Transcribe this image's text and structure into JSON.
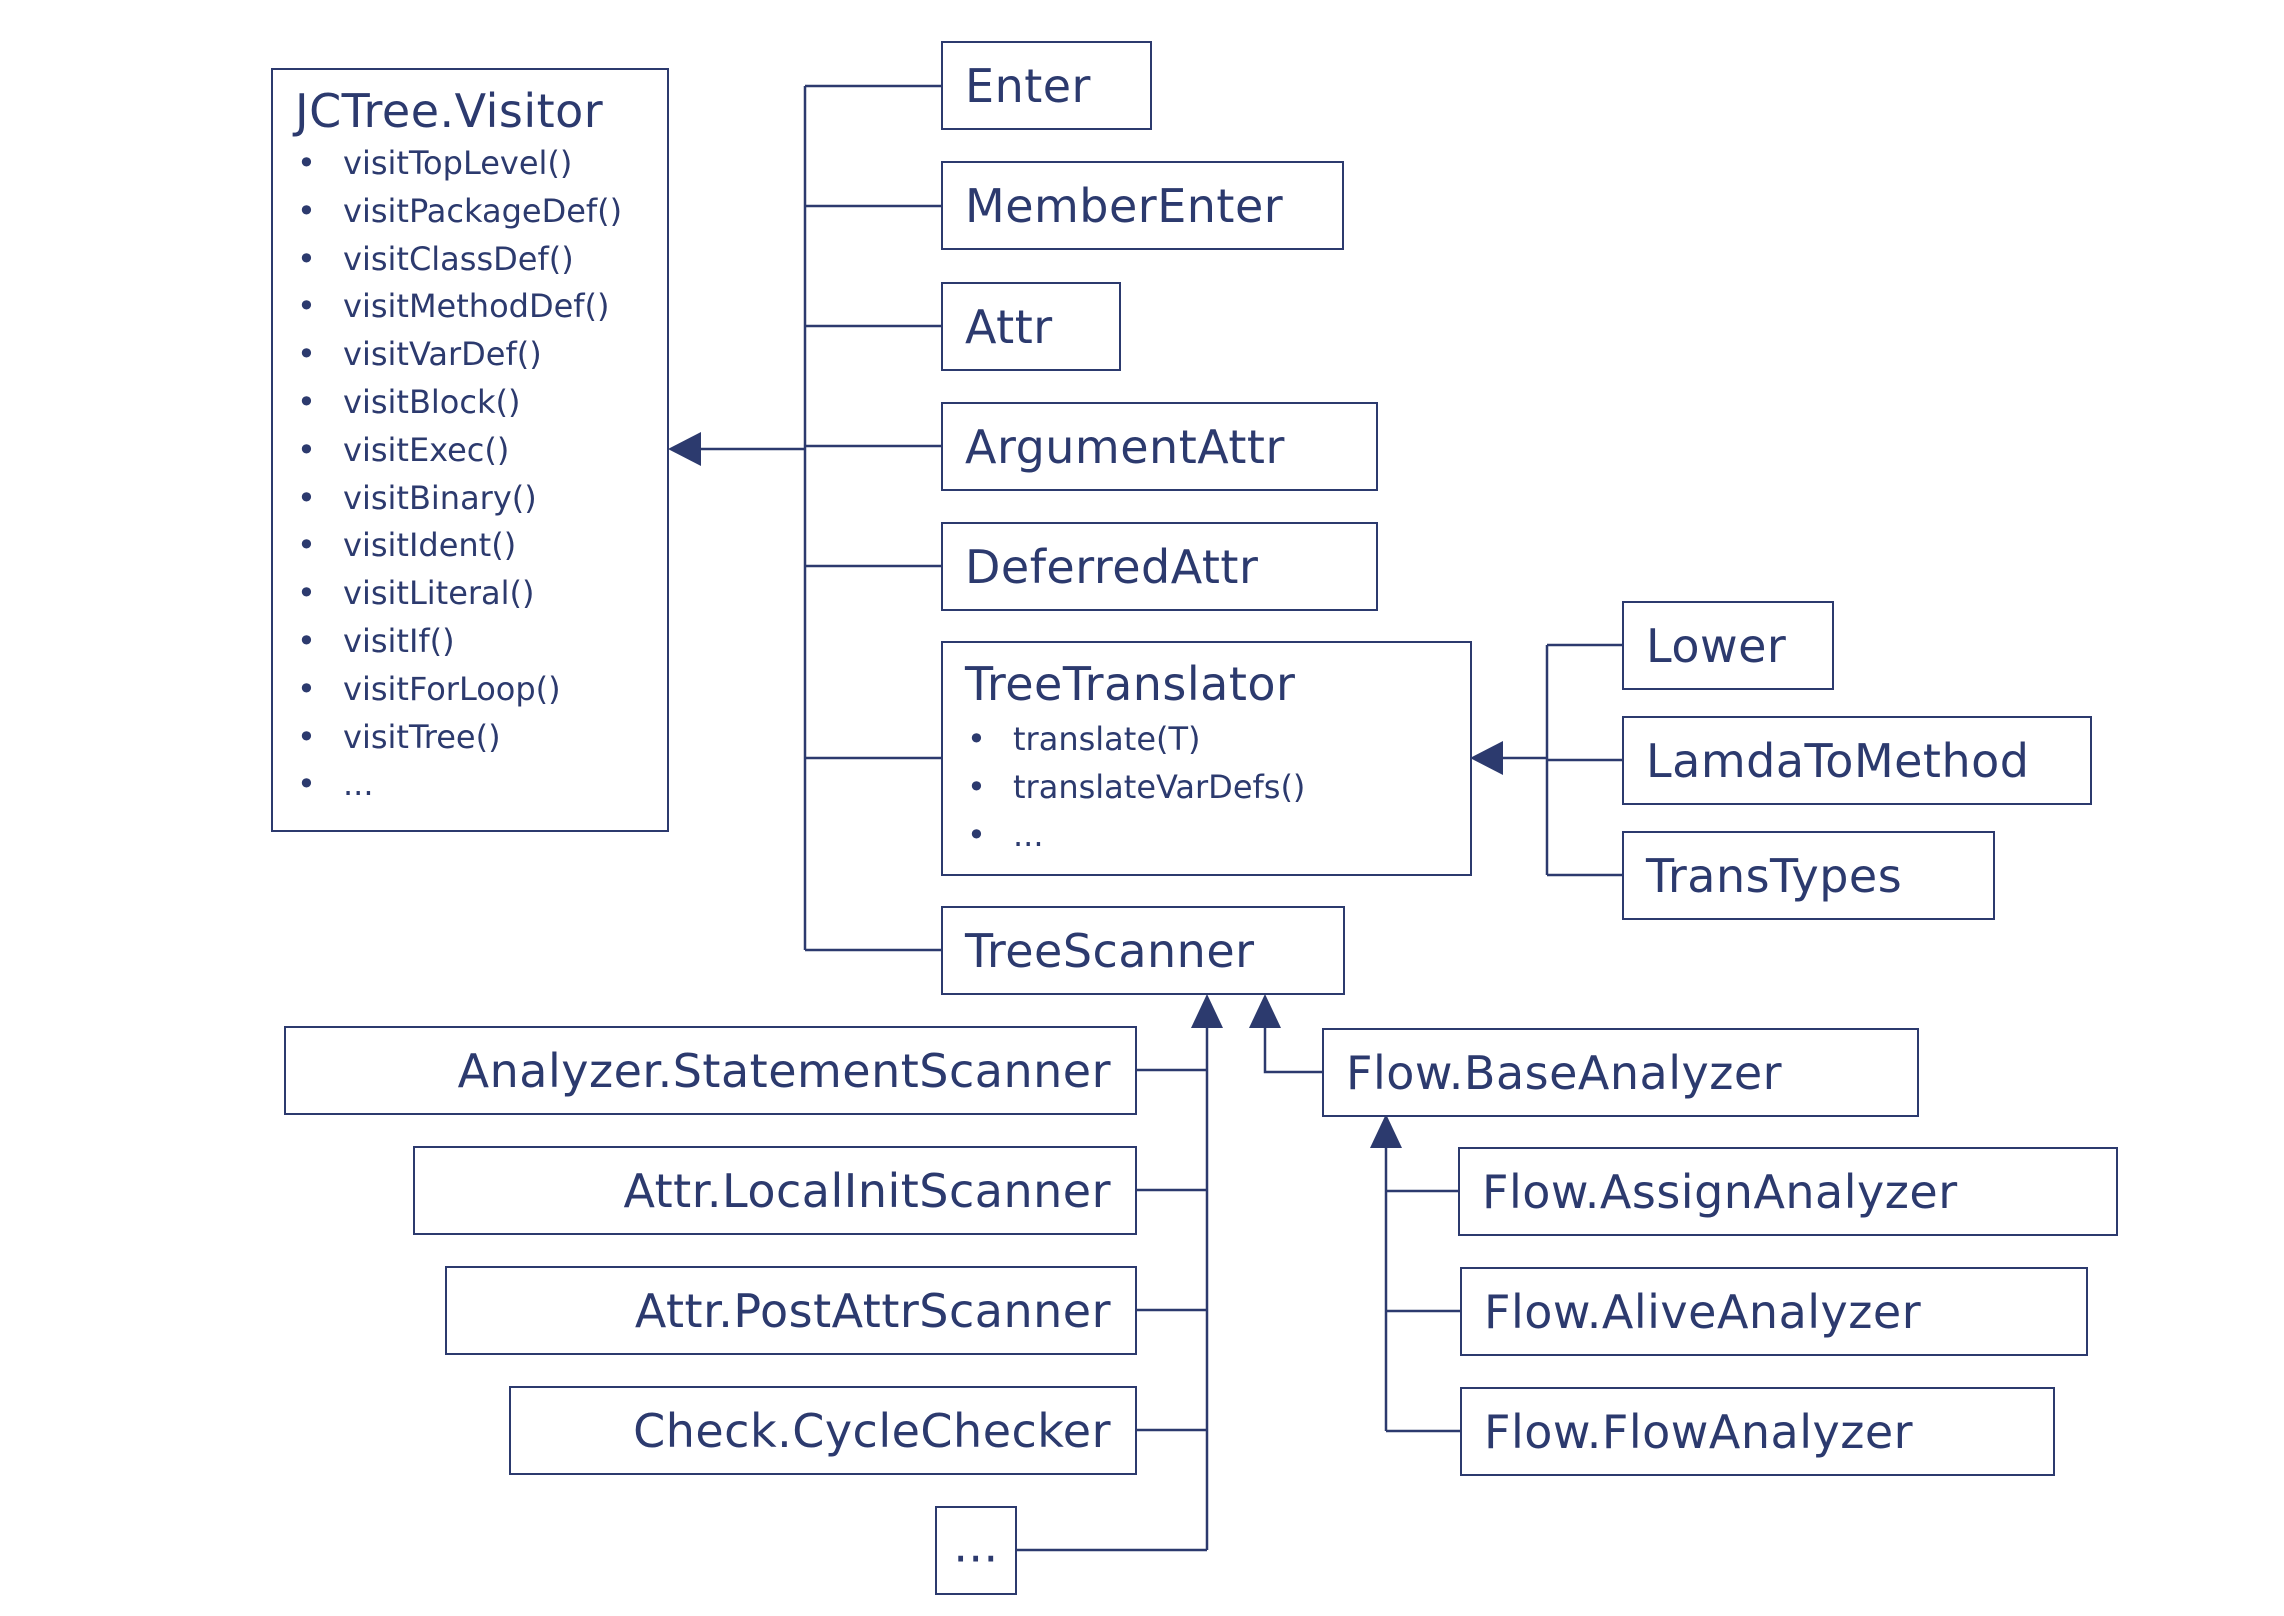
{
  "visitor": {
    "title": "JCTree.Visitor",
    "methods": [
      "visitTopLevel()",
      "visitPackageDef()",
      "visitClassDef()",
      "visitMethodDef()",
      "visitVarDef()",
      "visitBlock()",
      "visitExec()",
      "visitBinary()",
      "visitIdent()",
      "visitLiteral()",
      "visitIf()",
      "visitForLoop()",
      "visitTree()",
      "..."
    ]
  },
  "implementations": {
    "enter": "Enter",
    "member_enter": "MemberEnter",
    "attr": "Attr",
    "argument_attr": "ArgumentAttr",
    "deferred_attr": "DeferredAttr",
    "tree_scanner": "TreeScanner"
  },
  "tree_translator": {
    "title": "TreeTranslator",
    "methods": [
      "translate(T)",
      "translateVarDefs()",
      "..."
    ],
    "subclasses": {
      "lower": "Lower",
      "lamda_to_method": "LamdaToMethod",
      "trans_types": "TransTypes"
    }
  },
  "scanner_subclasses": {
    "statement_scanner": "Analyzer.StatementScanner",
    "local_init_scanner": "Attr.LocalInitScanner",
    "post_attr_scanner": "Attr.PostAttrScanner",
    "cycle_checker": "Check.CycleChecker",
    "more": "...",
    "base_analyzer": "Flow.BaseAnalyzer"
  },
  "analyzers": {
    "assign": "Flow.AssignAnalyzer",
    "alive": "Flow.AliveAnalyzer",
    "flow": "Flow.FlowAnalyzer"
  },
  "colors": {
    "stroke": "#2c3a6e",
    "background": "#ffffff"
  }
}
